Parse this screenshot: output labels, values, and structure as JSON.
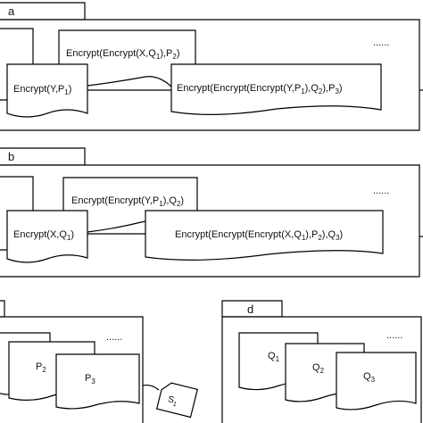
{
  "panel_a": {
    "tab_label": "a",
    "msg_top": {
      "prefix": "Encrypt(Encrypt(X,Q",
      "sub1": "1",
      "mid": "),P",
      "sub2": "2",
      "end": ")"
    },
    "msg_left": {
      "prefix": "Encrypt(Y,P",
      "sub1": "1",
      "end": ")"
    },
    "msg_main": {
      "p1": "Encrypt(Encrypt(Encrypt(Y,P",
      "s1": "1",
      "p2": "),Q",
      "s2": "2",
      "p3": "),P",
      "s3": "3",
      "end": ")"
    },
    "ellipsis": "......"
  },
  "panel_b": {
    "tab_label": "b",
    "msg_top": {
      "prefix": "Encrypt(Encrypt(Y,P",
      "sub1": "1",
      "mid": "),Q",
      "sub2": "2",
      "end": ")"
    },
    "msg_left": {
      "prefix": "Encrypt(X,Q",
      "sub1": "1",
      "end": ")"
    },
    "msg_main": {
      "p1": "Encrypt(Encrypt(Encrypt(X,Q",
      "s1": "1",
      "p2": "),P",
      "s2": "2",
      "p3": "),Q",
      "s3": "3",
      "end": ")"
    },
    "ellipsis": "......"
  },
  "panel_c": {
    "ellipsis": "......",
    "doc_p2": {
      "base": "P",
      "sub": "2"
    },
    "doc_p3": {
      "base": "P",
      "sub": "3"
    },
    "tag": {
      "base": "S",
      "sub": "1"
    }
  },
  "panel_d": {
    "tab_label": "d",
    "ellipsis": "......",
    "doc_q1": {
      "base": "Q",
      "sub": "1"
    },
    "doc_q2": {
      "base": "Q",
      "sub": "2"
    },
    "doc_q3": {
      "base": "Q",
      "sub": "3"
    }
  }
}
